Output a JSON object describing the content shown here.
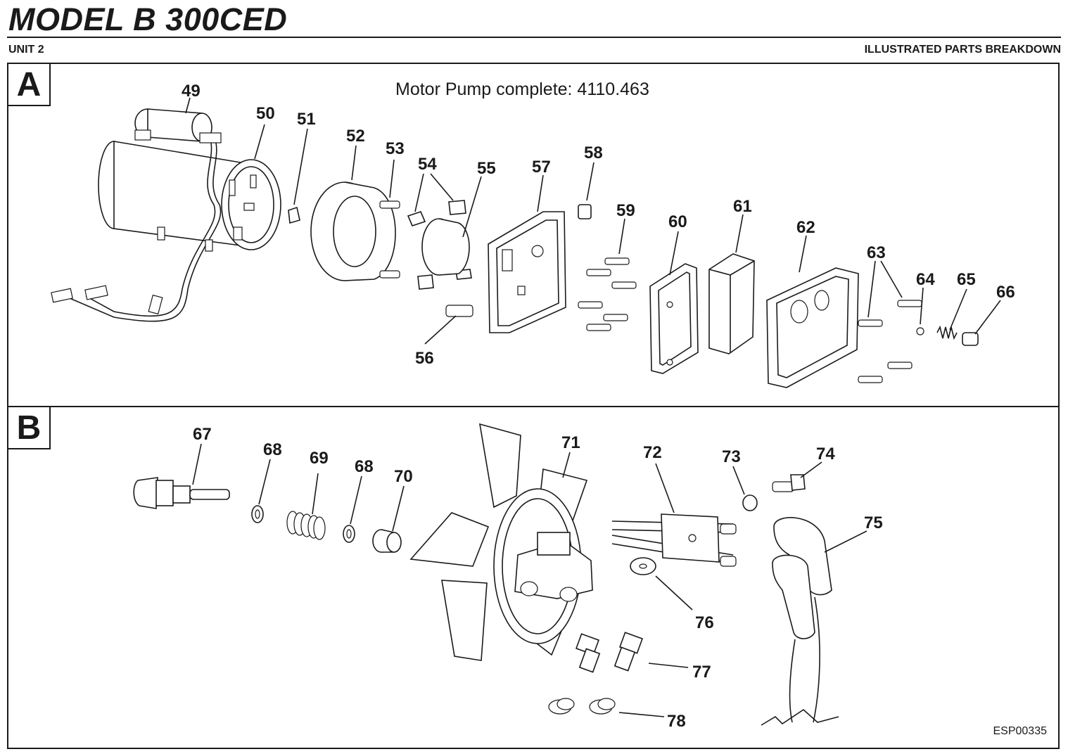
{
  "header": {
    "title": "MODEL B 300CED",
    "unit": "UNIT 2",
    "section": "ILLUSTRATED PARTS BREAKDOWN"
  },
  "panel_a": {
    "letter": "A",
    "caption": "Motor Pump complete: 4110.463",
    "callouts": [
      "49",
      "50",
      "51",
      "52",
      "53",
      "54",
      "55",
      "56",
      "57",
      "58",
      "59",
      "60",
      "61",
      "62",
      "63",
      "64",
      "65",
      "66"
    ]
  },
  "panel_b": {
    "letter": "B",
    "callouts": [
      "67",
      "68",
      "69",
      "68",
      "70",
      "71",
      "72",
      "73",
      "74",
      "75",
      "76",
      "77",
      "78"
    ],
    "drawing_code": "ESP00335"
  }
}
